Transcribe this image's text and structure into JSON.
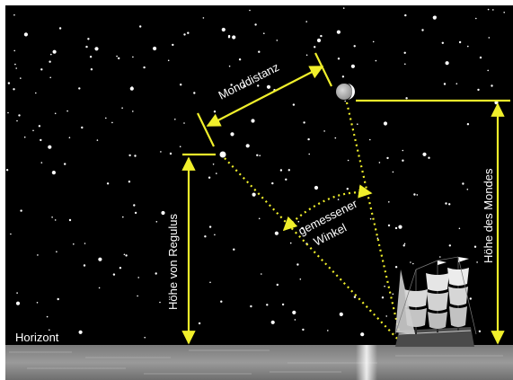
{
  "labels": {
    "monddistanz": "Monddistanz",
    "gemessener": "gemessener",
    "winkel": "Winkel",
    "hoehe_regulus": "Höhe von Regulus",
    "hoehe_mondes": "Höhe des Mondes",
    "horizont": "Horizont"
  },
  "colors": {
    "sky": "#000000",
    "annotation": "#f0ef2b",
    "text": "#ffffff",
    "sea": "#8c8c8c"
  }
}
